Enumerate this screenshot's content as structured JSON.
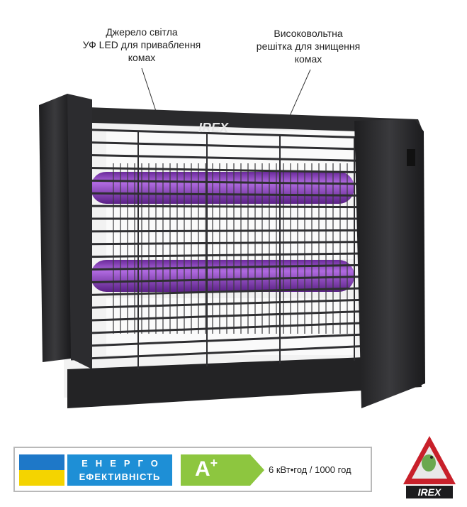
{
  "callouts": {
    "left": [
      "Джерело світла",
      "УФ LED для приваблення",
      "комах"
    ],
    "right": [
      "Високовольтна",
      "решітка для знищення",
      "комах"
    ]
  },
  "device": {
    "brand_label": "IREX",
    "frame_color": "#2a2a2c",
    "tube_color": "#8a3fbf"
  },
  "energy_label": {
    "line1": "ЕНЕРГО",
    "line2": "ЕФЕКТИВНІСТЬ",
    "class_letter": "A",
    "class_sup": "+",
    "consumption": "6 кВт•год / 1000 год",
    "flag_colors": [
      "#1e78c8",
      "#f4d400"
    ],
    "box_color": "#1e8fd6",
    "class_color": "#8dc63f"
  },
  "logo": {
    "text": "IREX",
    "color": "#c8202a"
  }
}
